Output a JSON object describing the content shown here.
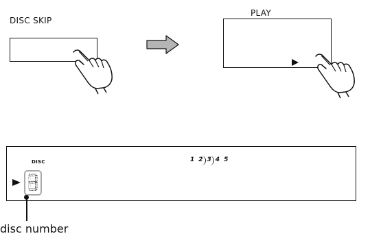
{
  "step1": {
    "button_label": "DISC SKIP"
  },
  "step2": {
    "button_label": "PLAY"
  },
  "display": {
    "disc_label": "DISC",
    "disc_numbers": [
      "1",
      "2",
      "3",
      "4",
      "5"
    ],
    "loaded_discs": [
      "2",
      "3"
    ],
    "current_disc": "3"
  },
  "caption": {
    "text": "disc number"
  },
  "icons": {
    "hand": "pointing-hand-icon",
    "next_arrow": "right-arrow-icon",
    "play": "play-icon",
    "indicator": "play-indicator-icon"
  }
}
